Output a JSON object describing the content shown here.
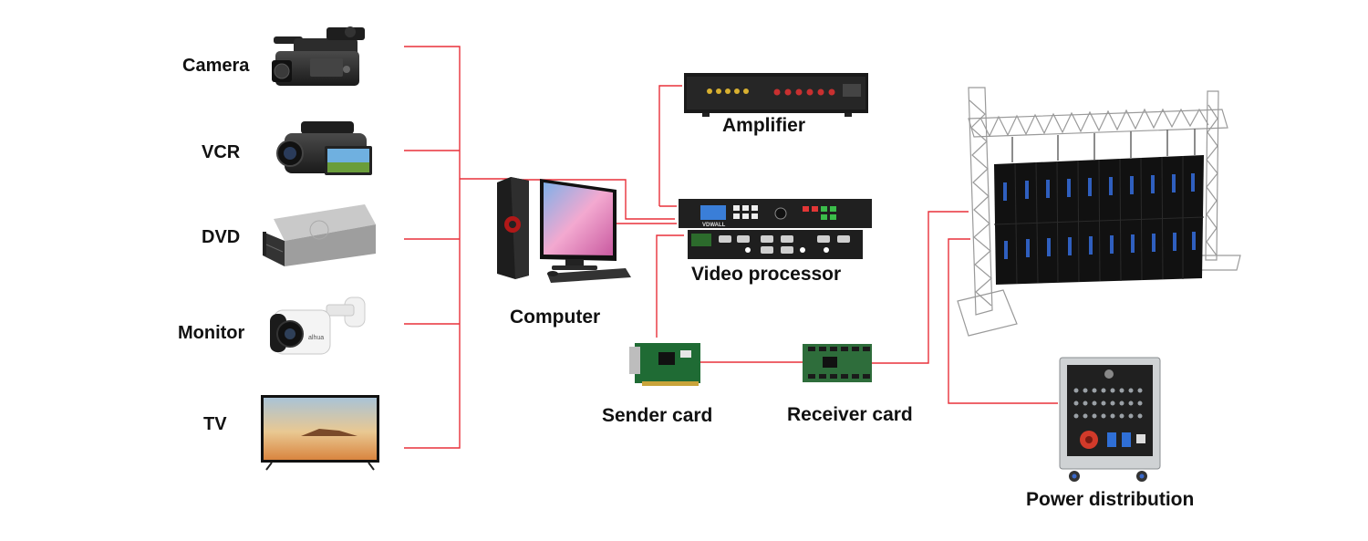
{
  "diagram": {
    "line_color": "#e8303a",
    "labels": {
      "camera": "Camera",
      "vcr": "VCR",
      "dvd": "DVD",
      "monitor": "Monitor",
      "tv": "TV",
      "computer": "Computer",
      "amplifier": "Amplifier",
      "video_processor": "Video processor",
      "sender_card": "Sender card",
      "receiver_card": "Receiver card",
      "power_distribution": "Power distribution"
    },
    "devices": {
      "video_processor_brand": "VDWALL"
    }
  }
}
